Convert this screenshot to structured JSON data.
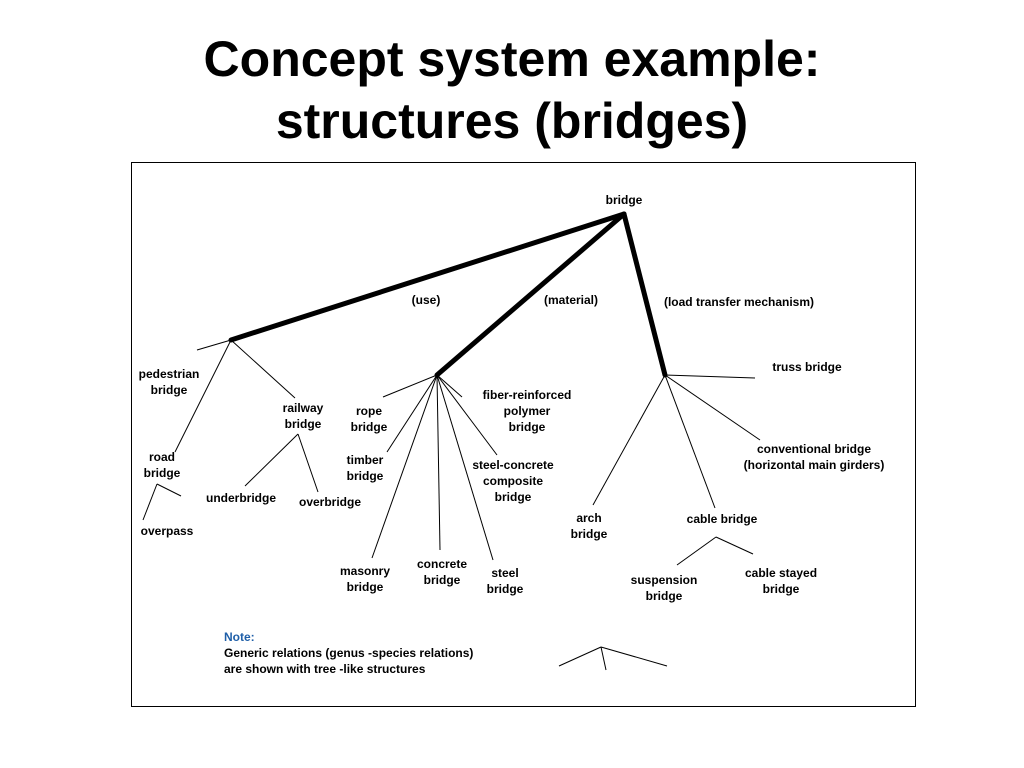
{
  "title": {
    "line1": "Concept system example:",
    "line2": "structures (bridges)"
  },
  "colors": {
    "text": "#000000",
    "note_label": "#1f5fa8",
    "background": "#ffffff"
  },
  "nodes": {
    "bridge": "bridge",
    "use": "(use)",
    "material": "(material)",
    "load_transfer": "(load transfer mechanism)",
    "pedestrian_bridge": "pedestrian\nbridge",
    "road_bridge": "road\nbridge",
    "overpass": "overpass",
    "railway_bridge": "railway\nbridge",
    "underbridge": "underbridge",
    "overbridge": "overbridge",
    "rope_bridge": "rope\nbridge",
    "timber_bridge": "timber\nbridge",
    "masonry_bridge": "masonry\nbridge",
    "concrete_bridge": "concrete\nbridge",
    "steel_bridge": "steel\nbridge",
    "steel_concrete": "steel-concrete\ncomposite\nbridge",
    "fiber_reinforced": "fiber-reinforced\npolymer\nbridge",
    "truss_bridge": "truss bridge",
    "conventional_bridge": "conventional bridge\n(horizontal main girders)",
    "arch_bridge": "arch\nbridge",
    "cable_bridge": "cable bridge",
    "suspension_bridge": "suspension\nbridge",
    "cable_stayed_bridge": "cable stayed\nbridge"
  },
  "note": {
    "label": "Note:",
    "text": "Generic relations (genus  -species relations)\nare shown with tree -like structures"
  }
}
